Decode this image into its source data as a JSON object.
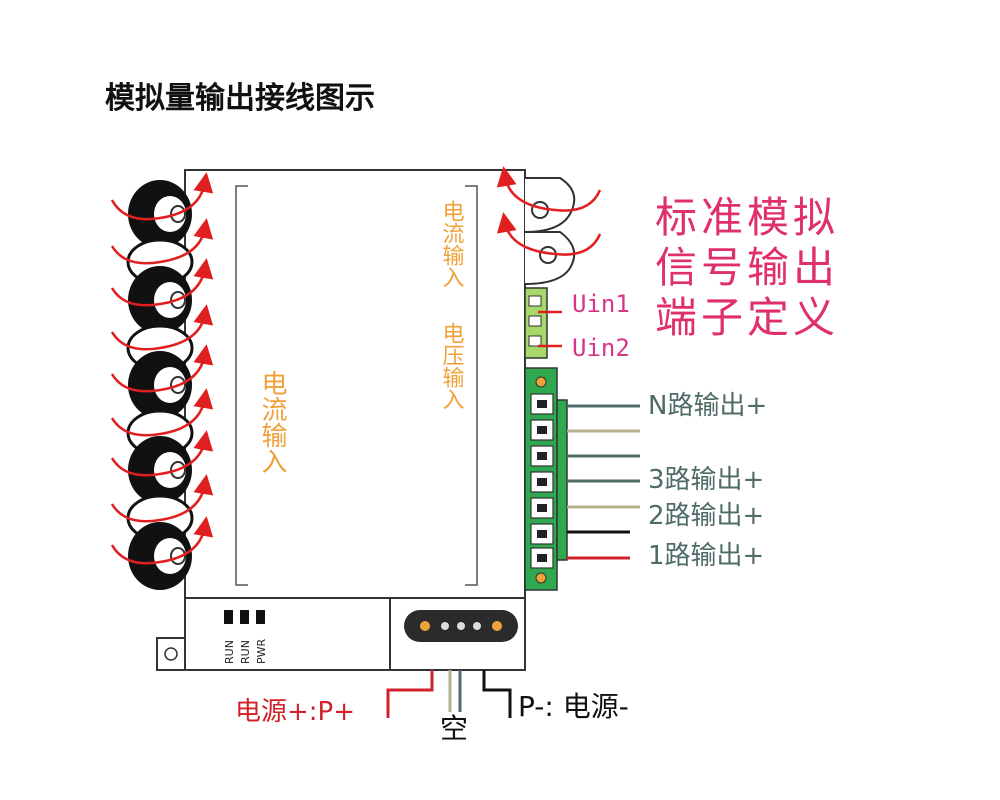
{
  "title": "模拟量输出接线图示",
  "board": {
    "left_label": "电流输入",
    "current_in_label": "电流输入",
    "voltage_in_label": "电压输入"
  },
  "signal_definition": {
    "lines": [
      "标准模拟",
      "信号输出",
      "端子定义"
    ]
  },
  "inputs": {
    "uin1": "Uin1",
    "uin2": "Uin2"
  },
  "outputs": [
    {
      "label": "N路输出+",
      "color": "#4f6b68"
    },
    {
      "label": "3路输出+",
      "color": "#4f6b68"
    },
    {
      "label": "2路输出+",
      "color": "#b5b08c"
    },
    {
      "label": "1路输出+",
      "color": "#d0202a"
    }
  ],
  "leds": [
    "RUN",
    "RUN",
    "PWR"
  ],
  "power": {
    "positive": "电源+:P+",
    "empty": "空",
    "negative": "P-: 电源-"
  },
  "colors": {
    "arrow": "#e02020",
    "terminal_green": "#2fa84f",
    "light_green": "#a6d86a",
    "accent_orange": "#f0a23a"
  }
}
